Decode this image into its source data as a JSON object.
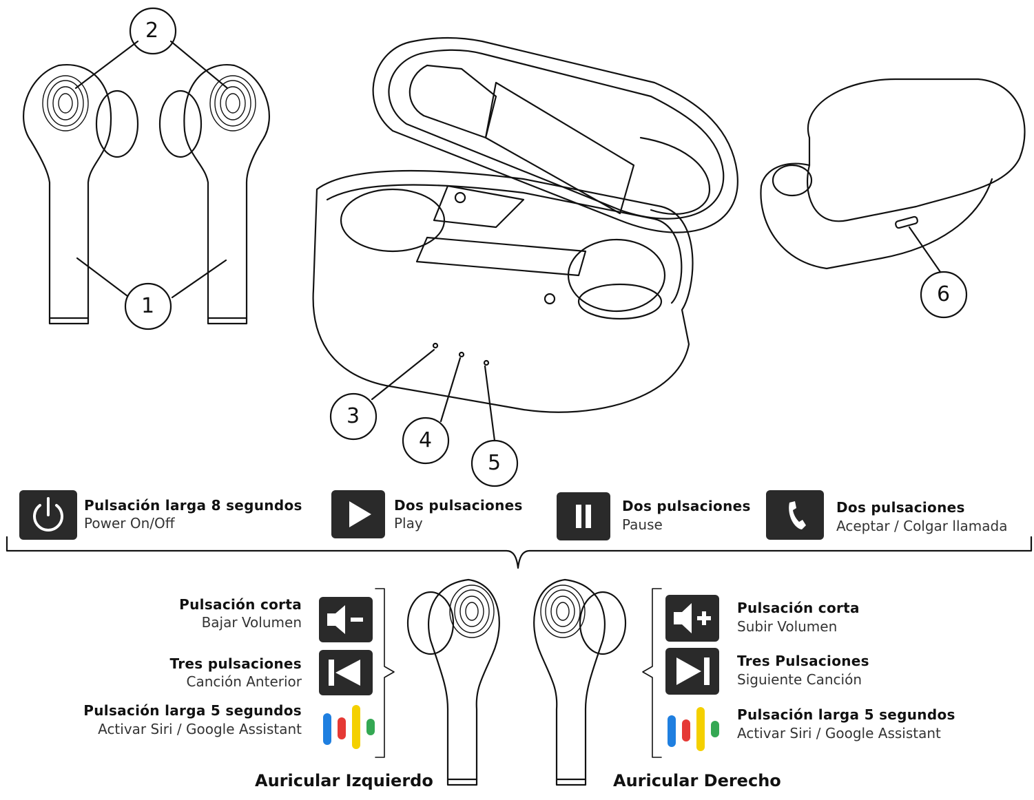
{
  "callouts": [
    "1",
    "2",
    "3",
    "4",
    "5",
    "6"
  ],
  "top_actions": [
    {
      "icon": "power-icon",
      "title": "Pulsación larga 8 segundos",
      "desc": "Power On/Off"
    },
    {
      "icon": "play-icon",
      "title": "Dos pulsaciones",
      "desc": "Play"
    },
    {
      "icon": "pause-icon",
      "title": "Dos pulsaciones",
      "desc": "Pause"
    },
    {
      "icon": "phone-icon",
      "title": "Dos pulsaciones",
      "desc": "Aceptar / Colgar llamada"
    }
  ],
  "left_earbud": {
    "title": "Auricular Izquierdo",
    "actions": [
      {
        "icon": "volume-down-icon",
        "title": "Pulsación corta",
        "desc": "Bajar Volumen"
      },
      {
        "icon": "previous-track-icon",
        "title": "Tres pulsaciones",
        "desc": "Canción Anterior"
      },
      {
        "icon": "voice-assistant-icon",
        "title": "Pulsación larga 5 segundos",
        "desc": "Activar Siri / Google Assistant"
      }
    ]
  },
  "right_earbud": {
    "title": "Auricular Derecho",
    "actions": [
      {
        "icon": "volume-up-icon",
        "title": "Pulsación corta",
        "desc": "Subir Volumen"
      },
      {
        "icon": "next-track-icon",
        "title": "Tres Pulsaciones",
        "desc": "Siguiente Canción"
      },
      {
        "icon": "voice-assistant-icon",
        "title": "Pulsación larga 5 segundos",
        "desc": "Activar Siri / Google Assistant"
      }
    ]
  },
  "colors": {
    "icon_bg": "#2a2a2a",
    "assistant": [
      "#1f7fe0",
      "#e53935",
      "#f4d000",
      "#34a853"
    ]
  }
}
